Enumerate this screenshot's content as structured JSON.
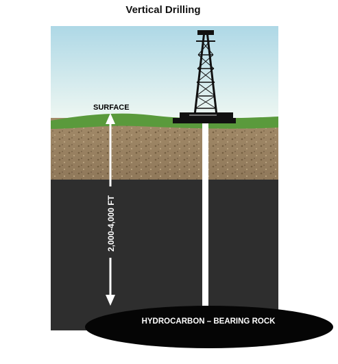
{
  "title": "Vertical Drilling",
  "labels": {
    "surface": "SURFACE",
    "depth": "2,000-4,000  FT",
    "reservoir": "HYDROCARBON – BEARING ROCK"
  },
  "colors": {
    "sky_top": "#aed8e6",
    "sky_bottom": "#eef7f2",
    "grass": "#5a9a3c",
    "soil": "#9b8465",
    "bedrock": "#2e2e2e",
    "reservoir": "#050505",
    "wellbore": "#ffffff",
    "rig": "#111111"
  }
}
